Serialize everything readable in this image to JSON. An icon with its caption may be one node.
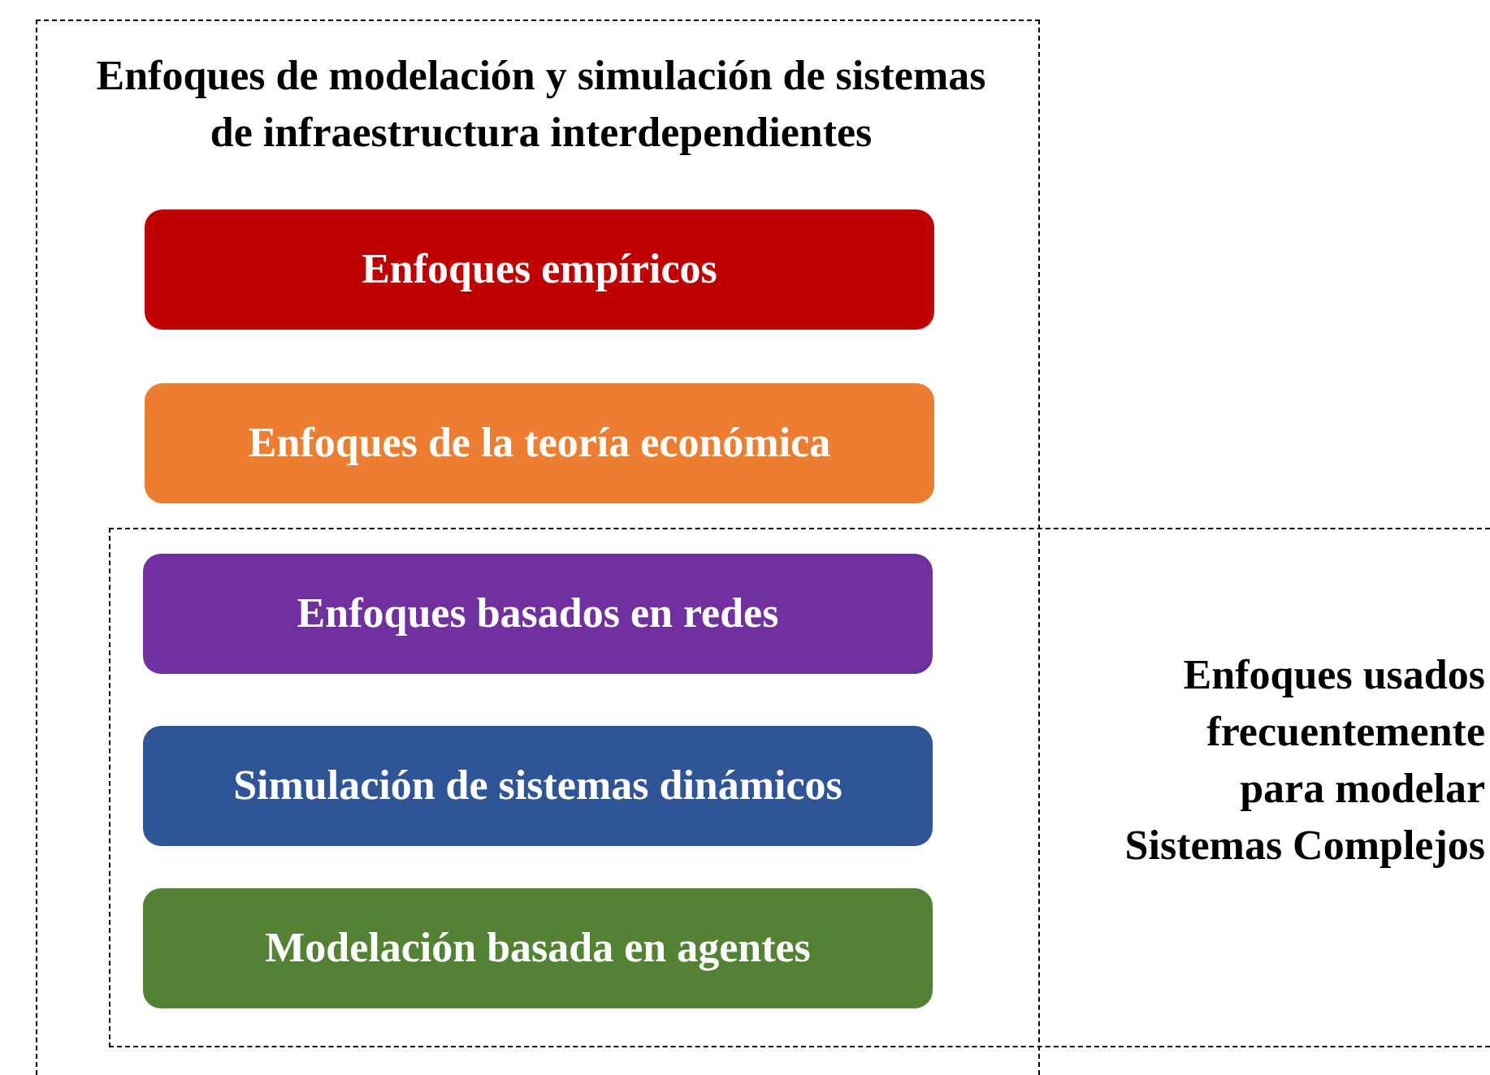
{
  "diagram": {
    "nodes": [
      {
        "text": [
          "Enfoques de modelación y simulación de sistemas de infraestructura interdependientes"
        ]
      },
      {
        "text": [
          "Enfoques empíricos"
        ],
        "in": 0
      },
      {
        "text": [
          "Enfoques de la teoría económica"
        ],
        "in": 0
      },
      {
        "text": [
          "Enfoques usados frecuentemente para modelar Sistemas Complejos"
        ]
      },
      {
        "text": [
          "Enfoques basados en redes"
        ]
      },
      {
        "text": [
          "Simulación de sistemas dinámicos"
        ]
      },
      {
        "text": [
          "Modelación basada en agentes"
        ]
      }
    ]
  }
}
